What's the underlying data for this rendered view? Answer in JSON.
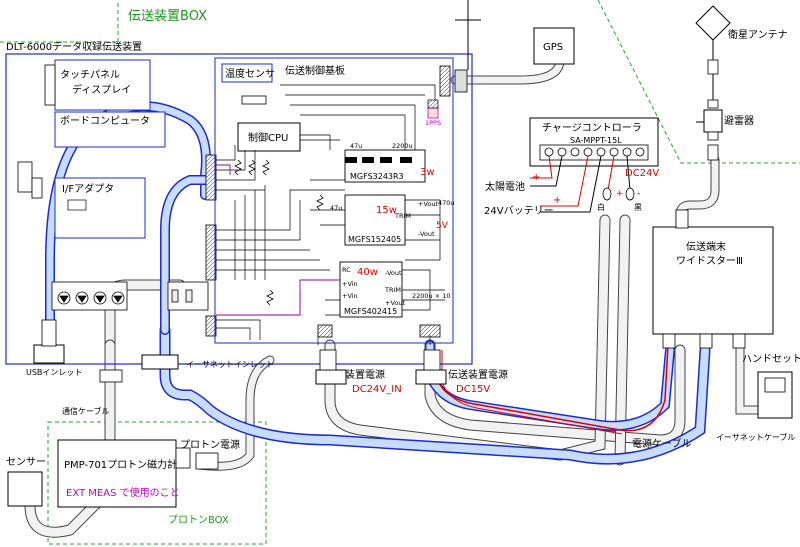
{
  "colors": {
    "device_outline": "#1a2bd0",
    "cable_lightblue": "#c8dcff",
    "cable_blue_edge": "#1a2bd0",
    "box_green_dash": "#22aa22",
    "power_red": "#e00000",
    "purple_wire": "#9000a0",
    "cable_gray": "#e8e8e8"
  },
  "labels": {
    "box_title": "伝送装置BOX",
    "dlt": "DLT-6000データ収録伝送装置",
    "touch1": "タッチパネル",
    "touch2": "ディスプレイ",
    "board_pc": "ボードコンピュータ",
    "if_adapter": "I/Fアダプタ",
    "temp_sensor": "温度センサ",
    "control_board": "伝送制御基板",
    "cpu": "制御CPU",
    "pps": "1PPS",
    "mgfs1": "MGFS3243R3",
    "mgfs2": "MGFS152405",
    "mgfs3": "MGFS402415",
    "w3": "3w",
    "w15": "15w",
    "w40": "40w",
    "v5": "5V",
    "cap47a": "47u",
    "cap47b": "47u",
    "cap2200": "2200u",
    "cap470": "470u",
    "cap2200x10": "2200u × 10",
    "vin": "+Vin",
    "vout_plus": "+Vout",
    "vout_minus": "-Vout",
    "rc": "RC",
    "trim": "TRIM",
    "gps": "GPS",
    "satellite_antenna": "衛星アンテナ",
    "lightning": "避雷器",
    "charge_ctrl": "チャージコントローラ",
    "charge_model": "SA-MPPT-15L",
    "solar": "太陽電池",
    "battery": "24Vバッテリー",
    "dc24v": "DC24V",
    "white": "白",
    "black": "黒",
    "plus": "+",
    "minus": "-",
    "terminal1": "伝送端末",
    "terminal2": "ワイドスターⅢ",
    "handset": "ハンドセット",
    "power_cable": "電源ケーブル",
    "ethernet_cable": "イーサネットケーブル",
    "usb_inlet": "USBインレット",
    "ethernet_inlet": "イーサネットインレット",
    "dev_power": "装置電源",
    "dev_power_v": "DC24V_IN",
    "tx_power": "伝送装置電源",
    "tx_power_v": "DC15V",
    "comm_cable": "通信ケーブル",
    "proton_power": "プロトン電源",
    "pmp": "PMP-701プロトン磁力計",
    "ext_meas": "EXT MEAS で使用のこと",
    "proton_box": "プロトンBOX",
    "sensor": "センサー"
  }
}
